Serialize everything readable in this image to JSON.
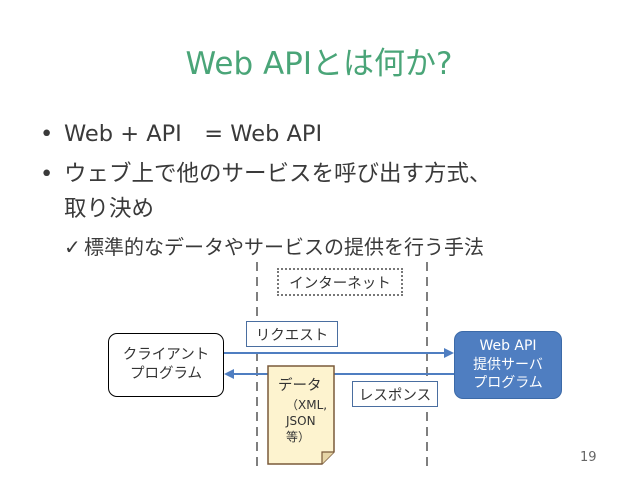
{
  "slide": {
    "title": "Web APIとは何か?",
    "bullets": [
      {
        "marker": "•",
        "text": "Web + API　= Web API"
      },
      {
        "marker": "•",
        "text": "ウェブ上で他のサービスを呼び出す方式、",
        "continuation": "取り決め"
      }
    ],
    "sub_bullet": {
      "marker": "✓",
      "text": "標準的なデータやサービスの提供を行う手法"
    },
    "page_number": "19"
  },
  "diagram": {
    "internet_label": "インターネット",
    "client": {
      "line1": "クライアント",
      "line2": "プログラム"
    },
    "server": {
      "line1": "Web API",
      "line2": "提供サーバ",
      "line3": "プログラム",
      "fill_color": "#4f7ec1"
    },
    "request_label": "リクエスト",
    "response_label": "レスポンス",
    "data_doc": {
      "line1": "データ",
      "line2": "（XML,",
      "line3": "JSON",
      "line4": "等）"
    },
    "arrow_color": "#4f7ec1"
  }
}
